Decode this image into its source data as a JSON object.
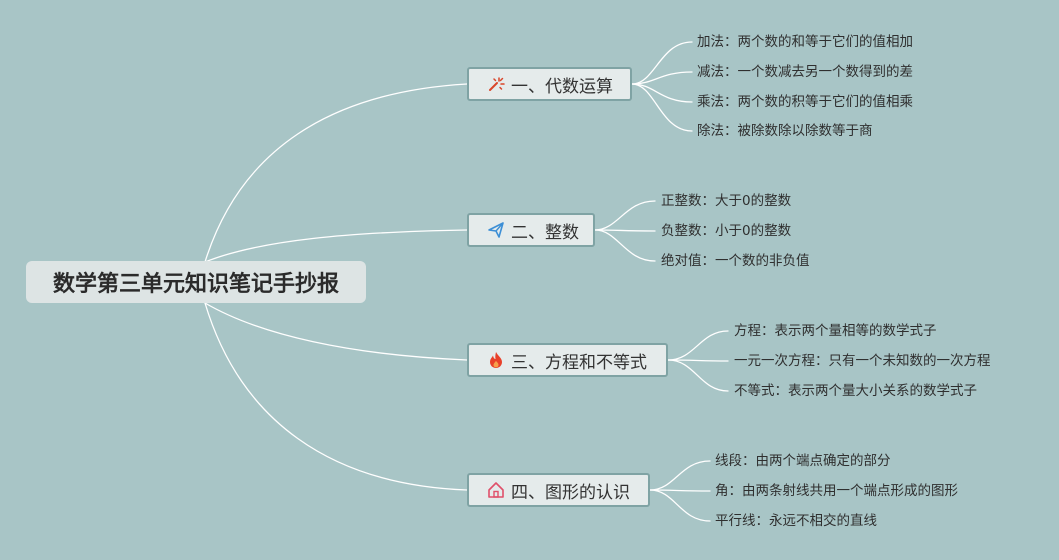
{
  "root": {
    "title": "数学第三单元知识笔记手抄报"
  },
  "colors": {
    "background": "#a8c5c6",
    "link": "#ffffff",
    "branch_border": "#7fa3a4",
    "root_fill": "#dde4e4",
    "branch_fill": "#e5ebeb",
    "icon_wand": "#d9462b",
    "icon_send": "#3d8fd6",
    "icon_fire": "#e8402a",
    "icon_home": "#e0506a"
  },
  "branches": [
    {
      "label": "一、代数运算",
      "icon": "magic-wand-icon",
      "leaves": [
        "加法：两个数的和等于它们的值相加",
        "减法：一个数减去另一个数得到的差",
        "乘法：两个数的积等于它们的值相乘",
        "除法：被除数除以除数等于商"
      ]
    },
    {
      "label": "二、整数",
      "icon": "paper-plane-icon",
      "leaves": [
        "正整数：大于0的整数",
        "负整数：小于0的整数",
        "绝对值：一个数的非负值"
      ]
    },
    {
      "label": "三、方程和不等式",
      "icon": "fire-icon",
      "leaves": [
        "方程：表示两个量相等的数学式子",
        "一元一次方程：只有一个未知数的一次方程",
        "不等式：表示两个量大小关系的数学式子"
      ]
    },
    {
      "label": "四、图形的认识",
      "icon": "home-icon",
      "leaves": [
        "线段：由两个端点确定的部分",
        "角：由两条射线共用一个端点形成的图形",
        "平行线：永远不相交的直线"
      ]
    }
  ]
}
